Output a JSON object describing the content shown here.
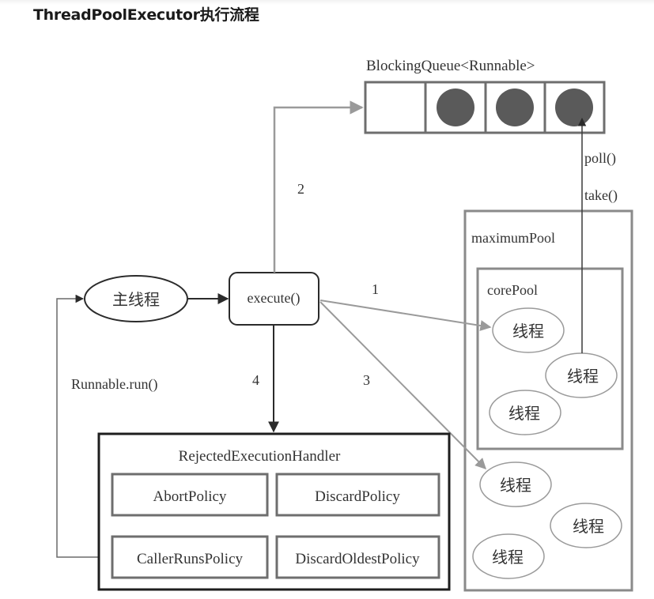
{
  "page": {
    "title": "ThreadPoolExecutor执行流程"
  },
  "diagram": {
    "main_thread": "主线程",
    "execute": "execute()",
    "queue": {
      "label": "BlockingQueue<Runnable>",
      "slots": [
        {
          "filled": false
        },
        {
          "filled": true
        },
        {
          "filled": true
        },
        {
          "filled": true
        }
      ]
    },
    "steps": {
      "one": "1",
      "two": "2",
      "three": "3",
      "four": "4"
    },
    "poll_label": "poll()",
    "take_label": "take()",
    "runnable_run": "Runnable.run()",
    "maximum_pool": {
      "label": "maximumPool",
      "threads": [
        "线程",
        "线程",
        "线程"
      ]
    },
    "core_pool": {
      "label": "corePool",
      "threads": [
        "线程",
        "线程",
        "线程"
      ]
    },
    "handler": {
      "label": "RejectedExecutionHandler",
      "policies": [
        "AbortPolicy",
        "DiscardPolicy",
        "CallerRunsPolicy",
        "DiscardOldestPolicy"
      ]
    },
    "colors": {
      "dark_line": "#2b2b2b",
      "gray_line": "#9a9a9a",
      "box_gray": "#7a7a7a",
      "queue_dot": "#5a5a5a"
    }
  }
}
